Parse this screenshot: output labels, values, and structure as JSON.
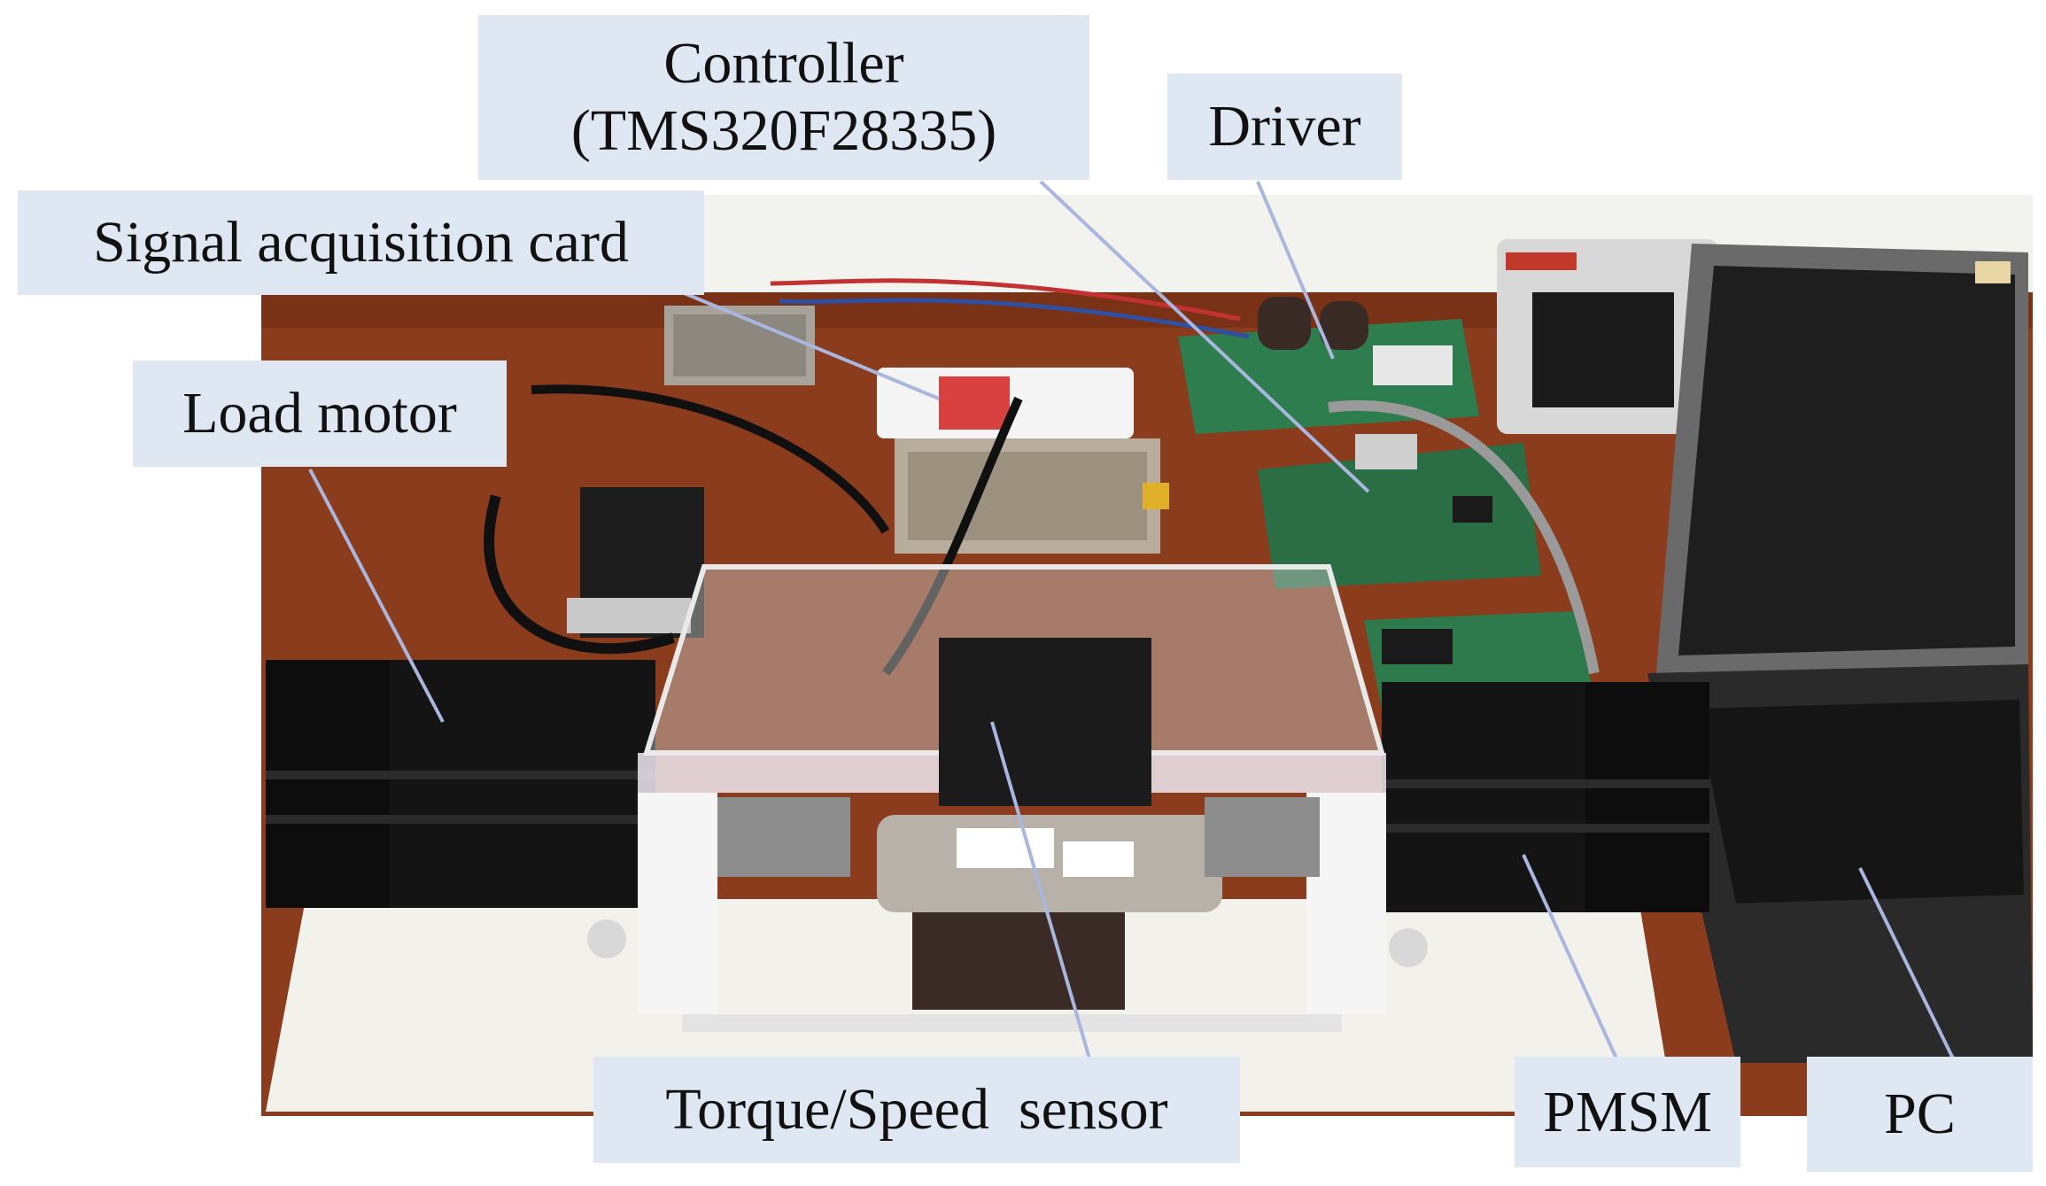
{
  "labels": {
    "controller_line1": "Controller",
    "controller_line2": "(TMS320F28335)",
    "driver": "Driver",
    "signal_card": "Signal acquisition card",
    "load_motor": "Load motor",
    "torque_sensor": "Torque/Speed  sensor",
    "pmsm": "PMSM",
    "pc": "PC"
  },
  "colors": {
    "label_bg": "#dfe7f2",
    "leader_line": "#a9b6de",
    "table_wood": "#8a3c1c",
    "wall": "#f2f2ef",
    "motor_body": "#141414",
    "pcb_green": "#2e7d4f",
    "base_plate": "#f3f1ec"
  }
}
